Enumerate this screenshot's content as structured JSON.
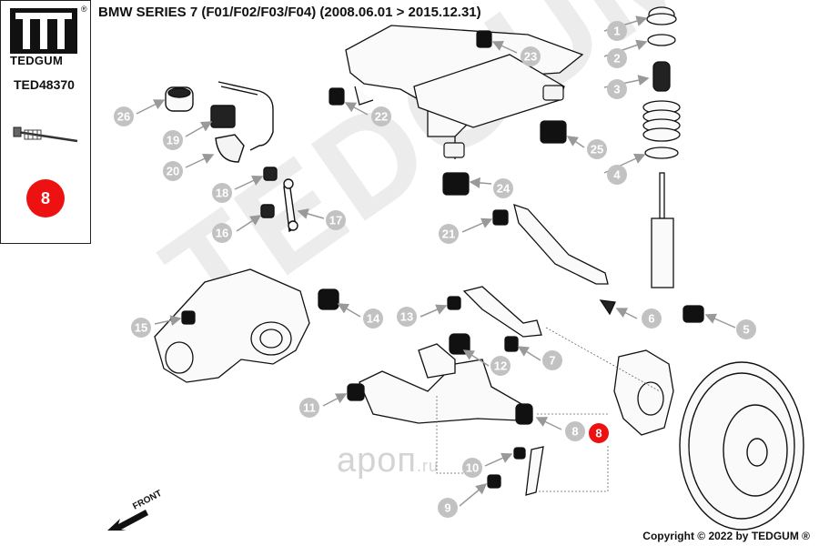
{
  "header": {
    "brand": "TEDGUM",
    "brand_reg": "®",
    "part_code": "TED48370",
    "highlight_number": "8",
    "title": "BMW SERIES 7 (F01/F02/F03/F04)  (2008.06.01 > 2015.12.31)"
  },
  "callouts": [
    {
      "id": "1",
      "label": "1",
      "highlight": false
    },
    {
      "id": "2",
      "label": "2",
      "highlight": false
    },
    {
      "id": "3",
      "label": "3",
      "highlight": false
    },
    {
      "id": "4",
      "label": "4",
      "highlight": false
    },
    {
      "id": "5",
      "label": "5",
      "highlight": false
    },
    {
      "id": "6",
      "label": "6",
      "highlight": false
    },
    {
      "id": "7",
      "label": "7",
      "highlight": false
    },
    {
      "id": "8a",
      "label": "8",
      "highlight": false
    },
    {
      "id": "8b",
      "label": "8",
      "highlight": true
    },
    {
      "id": "9",
      "label": "9",
      "highlight": false
    },
    {
      "id": "10",
      "label": "10",
      "highlight": false
    },
    {
      "id": "11",
      "label": "11",
      "highlight": false
    },
    {
      "id": "12",
      "label": "12",
      "highlight": false
    },
    {
      "id": "13",
      "label": "13",
      "highlight": false
    },
    {
      "id": "14",
      "label": "14",
      "highlight": false
    },
    {
      "id": "15",
      "label": "15",
      "highlight": false
    },
    {
      "id": "16",
      "label": "16",
      "highlight": false
    },
    {
      "id": "17",
      "label": "17",
      "highlight": false
    },
    {
      "id": "18",
      "label": "18",
      "highlight": false
    },
    {
      "id": "19",
      "label": "19",
      "highlight": false
    },
    {
      "id": "20",
      "label": "20",
      "highlight": false
    },
    {
      "id": "21",
      "label": "21",
      "highlight": false
    },
    {
      "id": "22",
      "label": "22",
      "highlight": false
    },
    {
      "id": "23",
      "label": "23",
      "highlight": false
    },
    {
      "id": "24",
      "label": "24",
      "highlight": false
    },
    {
      "id": "25",
      "label": "25",
      "highlight": false
    },
    {
      "id": "26",
      "label": "26",
      "highlight": false
    }
  ],
  "front_label": "FRONT",
  "watermark": "TEDGUM",
  "site_watermark": {
    "name": "ароп",
    "tld": ".ru"
  },
  "copyright": "Copyright © 2022 by TEDGUM ®",
  "colors": {
    "callout_fill": "#c2c2c2",
    "highlight_fill": "#ee1111",
    "line": "#111111"
  }
}
